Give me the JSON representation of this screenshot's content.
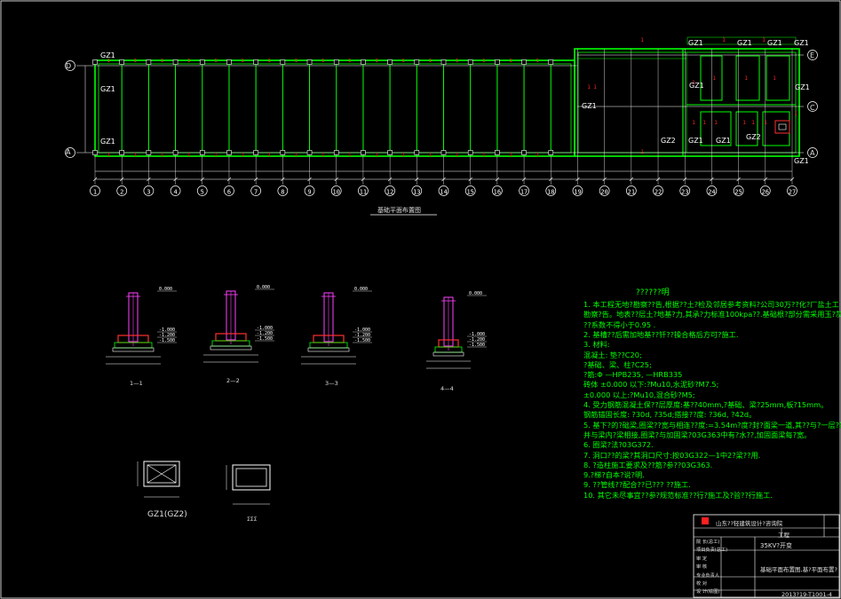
{
  "plan": {
    "title": "基础平面布置图",
    "grid_rows": [
      "D",
      "A"
    ],
    "grid_rows_right": [
      "E",
      "C",
      "A"
    ],
    "grid_cols": [
      "1",
      "2",
      "3",
      "4",
      "5",
      "6",
      "7",
      "8",
      "9",
      "10",
      "11",
      "12",
      "13",
      "14",
      "15",
      "16",
      "17",
      "18",
      "19",
      "20",
      "21",
      "22",
      "23",
      "24",
      "25",
      "26",
      "27"
    ],
    "column_tag": "GZ1",
    "column_tag2": "GZ2",
    "red_mark": "1"
  },
  "sections": [
    "1—1",
    "2—2",
    "3—3",
    "4—4"
  ],
  "section_levels": [
    "0.000",
    "-1.000",
    "-1.200",
    "-1.500"
  ],
  "gz_labels": [
    "GZ1(GZ2)",
    "ΣΣΣ"
  ],
  "notes": {
    "title": "??????明",
    "lines": [
      "1. 本工程无地?勘察??告,根据??土?检及邻居参考资料?公司30万??化?厂盐土工",
      "   勘察?告。地表??层土?地基?力,其承?力标准100kpa??.基础根?部分需采用玉?灰土垫层,夯",
      "   ??系数不得小于0.95 .",
      "2. 基槽??后需加地基??钎??操合格后方可?施工.",
      "3. 材料:",
      "   混凝土: 垫??C20;",
      "      ?基础、梁、柱?C25;",
      "   ?筋:Φ   —HPB235,      —HRB335",
      "   砖体 ±0.000 以下:?Mu10,水泥砂?M7.5;",
      "      ±0.000 以上:?Mu10,混合砂?M5;",
      "4. 受力钢筋混凝土保??层厚度:基??40mm,?基础、梁?25mm,板?15mm。",
      "   钢筋锚固长度:      ?30d,   ?35d;搭接??度:    ?36d,   ?42d。",
      "5. 基下?的?础梁,圈梁??宽与相连??度:=3.54m?度?封?面梁一道,其??与?一层?的梁?一",
      "   并与梁内?梁相接,圈梁?与加固梁?03G363中有?水??,加固面梁每?宽。",
      "6. 圈梁?法?03G372.",
      "7. 洞口??的梁?其洞口尺寸:按03G322—1中2?梁??用.",
      "8. ?造柱施工要求及??筋?参??03G363.",
      "9.?梯?自本?说?明.",
      "9. ??管线??配合??已??? ??施工.",
      "10. 其它未尽事宜??参?规范标准??行?施工及?验??行施工."
    ]
  },
  "title_block": {
    "company": "山东??轻建筑设计?咨询院",
    "project": "35KV?开变",
    "drawing": "基础平面布置图,基?平面布置?",
    "drawing_no": "2013?19-T1001-4",
    "stage": "工程",
    "rows": [
      "院 长(总工)",
      "项目负责(总工)",
      "审 定",
      "审 核",
      "专业负责人",
      "校 对",
      "设 计(绘图)"
    ]
  }
}
